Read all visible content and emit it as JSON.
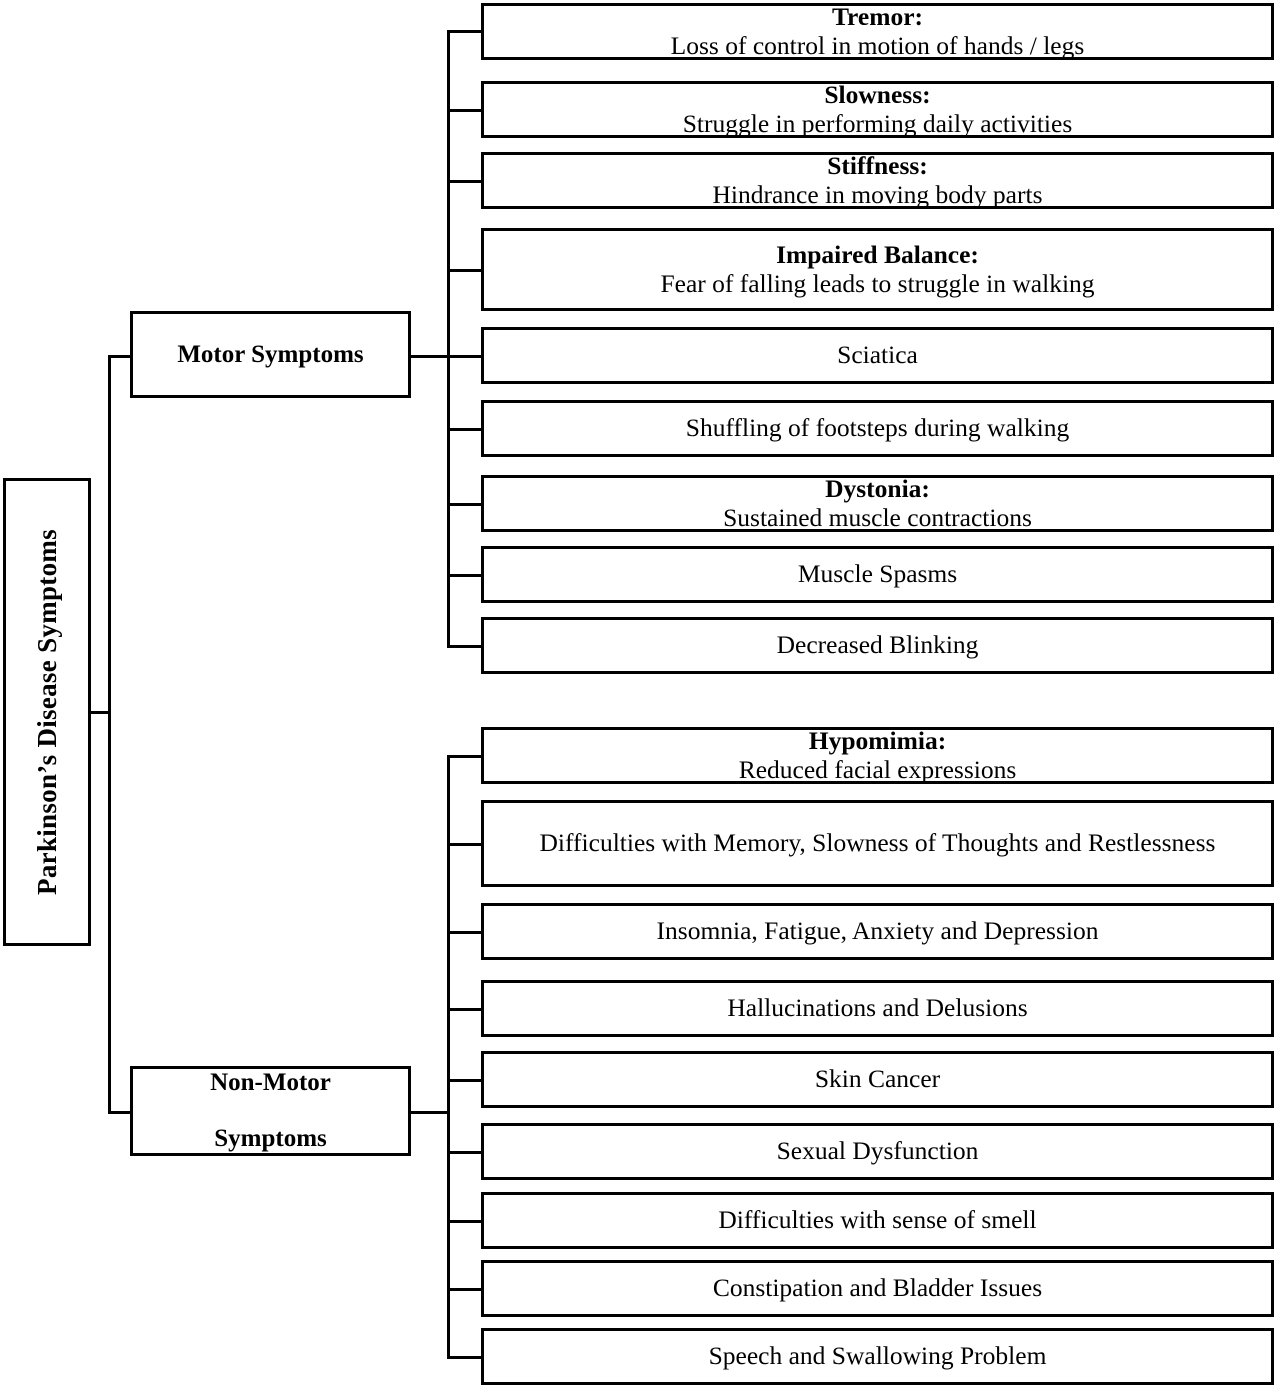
{
  "diagram": {
    "title": "Parkinson's Disease Symptoms",
    "type": "hierarchy-tree",
    "root": {
      "label": "Parkinson’s Disease Symptoms"
    },
    "categories": [
      {
        "id": "motor",
        "label": "Motor Symptoms"
      },
      {
        "id": "non-motor",
        "label": "Non-Motor\nSymptoms"
      }
    ],
    "colors": {
      "background": "#ffffff",
      "border": "#000000",
      "text": "#000000"
    }
  },
  "motor_symptoms": {
    "label": "Motor Symptoms",
    "items": [
      {
        "term": "Tremor:",
        "desc": "Loss of control in motion of hands / legs",
        "full": "Tremor: Loss of control in motion of hands / legs"
      },
      {
        "term": "Slowness:",
        "desc": "Struggle in performing daily activities",
        "full": "Slowness: Struggle in performing daily activities"
      },
      {
        "term": "Stiffness:",
        "desc": "Hindrance in moving body parts",
        "full": "Stiffness: Hindrance in moving body parts"
      },
      {
        "term": "Impaired Balance:",
        "desc": "Fear of falling leads to struggle in walking",
        "full": "Impaired Balance: Fear of falling leads to struggle in walking"
      },
      {
        "term": "",
        "desc": "Sciatica",
        "full": "Sciatica"
      },
      {
        "term": "",
        "desc": "Shuffling of footsteps during walking",
        "full": "Shuffling of footsteps during walking"
      },
      {
        "term": "Dystonia:",
        "desc": "Sustained muscle contractions",
        "full": "Dystonia: Sustained muscle contractions"
      },
      {
        "term": "",
        "desc": "Muscle Spasms",
        "full": "Muscle Spasms"
      },
      {
        "term": "",
        "desc": "Decreased Blinking",
        "full": "Decreased Blinking"
      }
    ]
  },
  "non_motor_symptoms": {
    "label": "Non-Motor Symptoms",
    "label_line1": "Non-Motor",
    "label_line2": "Symptoms",
    "items": [
      {
        "term": "Hypomimia:",
        "desc": "Reduced facial expressions",
        "full": "Hypomimia: Reduced facial expressions"
      },
      {
        "term": "",
        "desc": "Difficulties with Memory, Slowness of Thoughts and Restlessness",
        "full": "Difficulties with Memory, Slowness of Thoughts and Restlessness"
      },
      {
        "term": "",
        "desc": "Insomnia, Fatigue, Anxiety and Depression",
        "full": "Insomnia, Fatigue, Anxiety and Depression"
      },
      {
        "term": "",
        "desc": "Hallucinations and Delusions",
        "full": "Hallucinations and Delusions"
      },
      {
        "term": "",
        "desc": "Skin Cancer",
        "full": "Skin Cancer"
      },
      {
        "term": "",
        "desc": "Sexual Dysfunction",
        "full": "Sexual Dysfunction"
      },
      {
        "term": "",
        "desc": "Difficulties with sense of smell",
        "full": "Difficulties with sense of smell"
      },
      {
        "term": "",
        "desc": "Constipation and Bladder Issues",
        "full": "Constipation and Bladder Issues"
      },
      {
        "term": "",
        "desc": "Speech and Swallowing Problem",
        "full": "Speech and Swallowing Problem"
      }
    ]
  }
}
